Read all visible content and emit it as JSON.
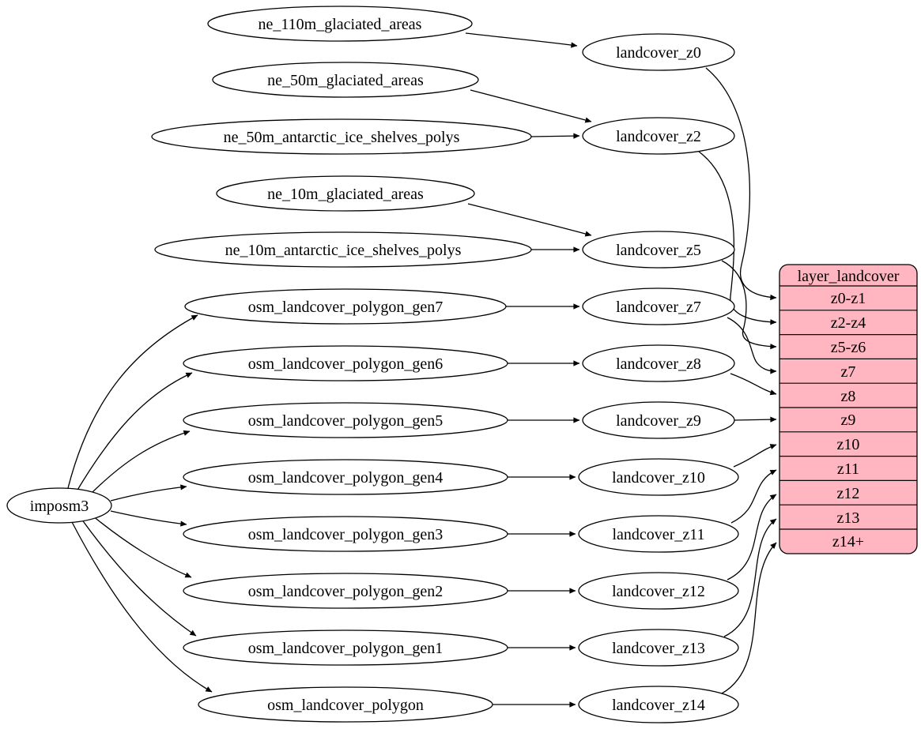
{
  "diagram": {
    "colors": {
      "table_fill": "#FFB6C1",
      "node_fill": "#FFFFFF",
      "stroke": "#000000"
    },
    "importer": {
      "label": "imposm3"
    },
    "sources": [
      {
        "label": "ne_110m_glaciated_areas"
      },
      {
        "label": "ne_50m_glaciated_areas"
      },
      {
        "label": "ne_50m_antarctic_ice_shelves_polys"
      },
      {
        "label": "ne_10m_glaciated_areas"
      },
      {
        "label": "ne_10m_antarctic_ice_shelves_polys"
      },
      {
        "label": "osm_landcover_polygon_gen7"
      },
      {
        "label": "osm_landcover_polygon_gen6"
      },
      {
        "label": "osm_landcover_polygon_gen5"
      },
      {
        "label": "osm_landcover_polygon_gen4"
      },
      {
        "label": "osm_landcover_polygon_gen3"
      },
      {
        "label": "osm_landcover_polygon_gen2"
      },
      {
        "label": "osm_landcover_polygon_gen1"
      },
      {
        "label": "osm_landcover_polygon"
      }
    ],
    "transforms": [
      {
        "label": "landcover_z0"
      },
      {
        "label": "landcover_z2"
      },
      {
        "label": "landcover_z5"
      },
      {
        "label": "landcover_z7"
      },
      {
        "label": "landcover_z8"
      },
      {
        "label": "landcover_z9"
      },
      {
        "label": "landcover_z10"
      },
      {
        "label": "landcover_z11"
      },
      {
        "label": "landcover_z12"
      },
      {
        "label": "landcover_z13"
      },
      {
        "label": "landcover_z14"
      }
    ],
    "layer_table": {
      "title": "layer_landcover",
      "rows": [
        {
          "label": "z0-z1"
        },
        {
          "label": "z2-z4"
        },
        {
          "label": "z5-z6"
        },
        {
          "label": "z7"
        },
        {
          "label": "z8"
        },
        {
          "label": "z9"
        },
        {
          "label": "z10"
        },
        {
          "label": "z11"
        },
        {
          "label": "z12"
        },
        {
          "label": "z13"
        },
        {
          "label": "z14+"
        }
      ]
    },
    "edges": [
      {
        "from": "ne_110m_glaciated_areas",
        "to": "landcover_z0"
      },
      {
        "from": "ne_50m_glaciated_areas",
        "to": "landcover_z2"
      },
      {
        "from": "ne_50m_antarctic_ice_shelves_polys",
        "to": "landcover_z2"
      },
      {
        "from": "ne_10m_glaciated_areas",
        "to": "landcover_z5"
      },
      {
        "from": "ne_10m_antarctic_ice_shelves_polys",
        "to": "landcover_z5"
      },
      {
        "from": "osm_landcover_polygon_gen7",
        "to": "landcover_z7"
      },
      {
        "from": "osm_landcover_polygon_gen6",
        "to": "landcover_z8"
      },
      {
        "from": "osm_landcover_polygon_gen5",
        "to": "landcover_z9"
      },
      {
        "from": "osm_landcover_polygon_gen4",
        "to": "landcover_z10"
      },
      {
        "from": "osm_landcover_polygon_gen3",
        "to": "landcover_z11"
      },
      {
        "from": "osm_landcover_polygon_gen2",
        "to": "landcover_z12"
      },
      {
        "from": "osm_landcover_polygon_gen1",
        "to": "landcover_z13"
      },
      {
        "from": "osm_landcover_polygon",
        "to": "landcover_z14"
      },
      {
        "from": "imposm3",
        "to": "osm_landcover_polygon_gen7"
      },
      {
        "from": "imposm3",
        "to": "osm_landcover_polygon_gen6"
      },
      {
        "from": "imposm3",
        "to": "osm_landcover_polygon_gen5"
      },
      {
        "from": "imposm3",
        "to": "osm_landcover_polygon_gen4"
      },
      {
        "from": "imposm3",
        "to": "osm_landcover_polygon_gen3"
      },
      {
        "from": "imposm3",
        "to": "osm_landcover_polygon_gen2"
      },
      {
        "from": "imposm3",
        "to": "osm_landcover_polygon_gen1"
      },
      {
        "from": "imposm3",
        "to": "osm_landcover_polygon"
      },
      {
        "from": "landcover_z0",
        "to": "layer_landcover.z0-z1"
      },
      {
        "from": "landcover_z2",
        "to": "layer_landcover.z2-z4"
      },
      {
        "from": "landcover_z5",
        "to": "layer_landcover.z5-z6"
      },
      {
        "from": "landcover_z7",
        "to": "layer_landcover.z7"
      },
      {
        "from": "landcover_z8",
        "to": "layer_landcover.z8"
      },
      {
        "from": "landcover_z9",
        "to": "layer_landcover.z9"
      },
      {
        "from": "landcover_z10",
        "to": "layer_landcover.z10"
      },
      {
        "from": "landcover_z11",
        "to": "layer_landcover.z11"
      },
      {
        "from": "landcover_z12",
        "to": "layer_landcover.z12"
      },
      {
        "from": "landcover_z13",
        "to": "layer_landcover.z13"
      },
      {
        "from": "landcover_z14",
        "to": "layer_landcover.z14+"
      }
    ]
  }
}
